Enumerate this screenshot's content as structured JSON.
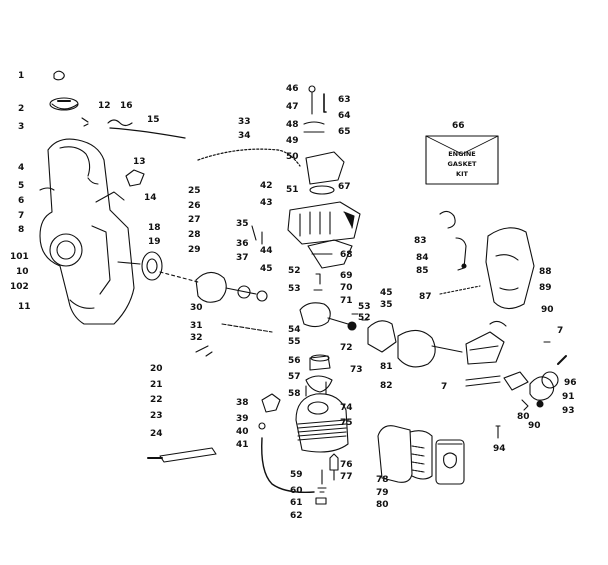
{
  "kit_text": [
    "ENGINE",
    "GASKET",
    "KIT"
  ],
  "labels": [
    "1",
    "2",
    "12",
    "16",
    "3",
    "15",
    "4",
    "13",
    "5",
    "14",
    "6",
    "7",
    "8",
    "101",
    "10",
    "102",
    "11",
    "33",
    "34",
    "46",
    "47",
    "48",
    "49",
    "50",
    "51",
    "63",
    "64",
    "65",
    "67",
    "66",
    "25",
    "26",
    "27",
    "28",
    "29",
    "42",
    "43",
    "35",
    "36",
    "37",
    "44",
    "45",
    "52",
    "53",
    "68",
    "69",
    "70",
    "71",
    "18",
    "19",
    "30",
    "31",
    "32",
    "54",
    "55",
    "56",
    "57",
    "58",
    "72",
    "73",
    "74",
    "75",
    "76",
    "77",
    "53",
    "52",
    "45",
    "35",
    "87",
    "83",
    "84",
    "85",
    "88",
    "89",
    "90",
    "7",
    "81",
    "82",
    "7",
    "96",
    "91",
    "93",
    "90",
    "80",
    "94",
    "20",
    "21",
    "22",
    "23",
    "24",
    "38",
    "39",
    "40",
    "41",
    "59",
    "60",
    "61",
    "62",
    "78",
    "79",
    "80"
  ]
}
